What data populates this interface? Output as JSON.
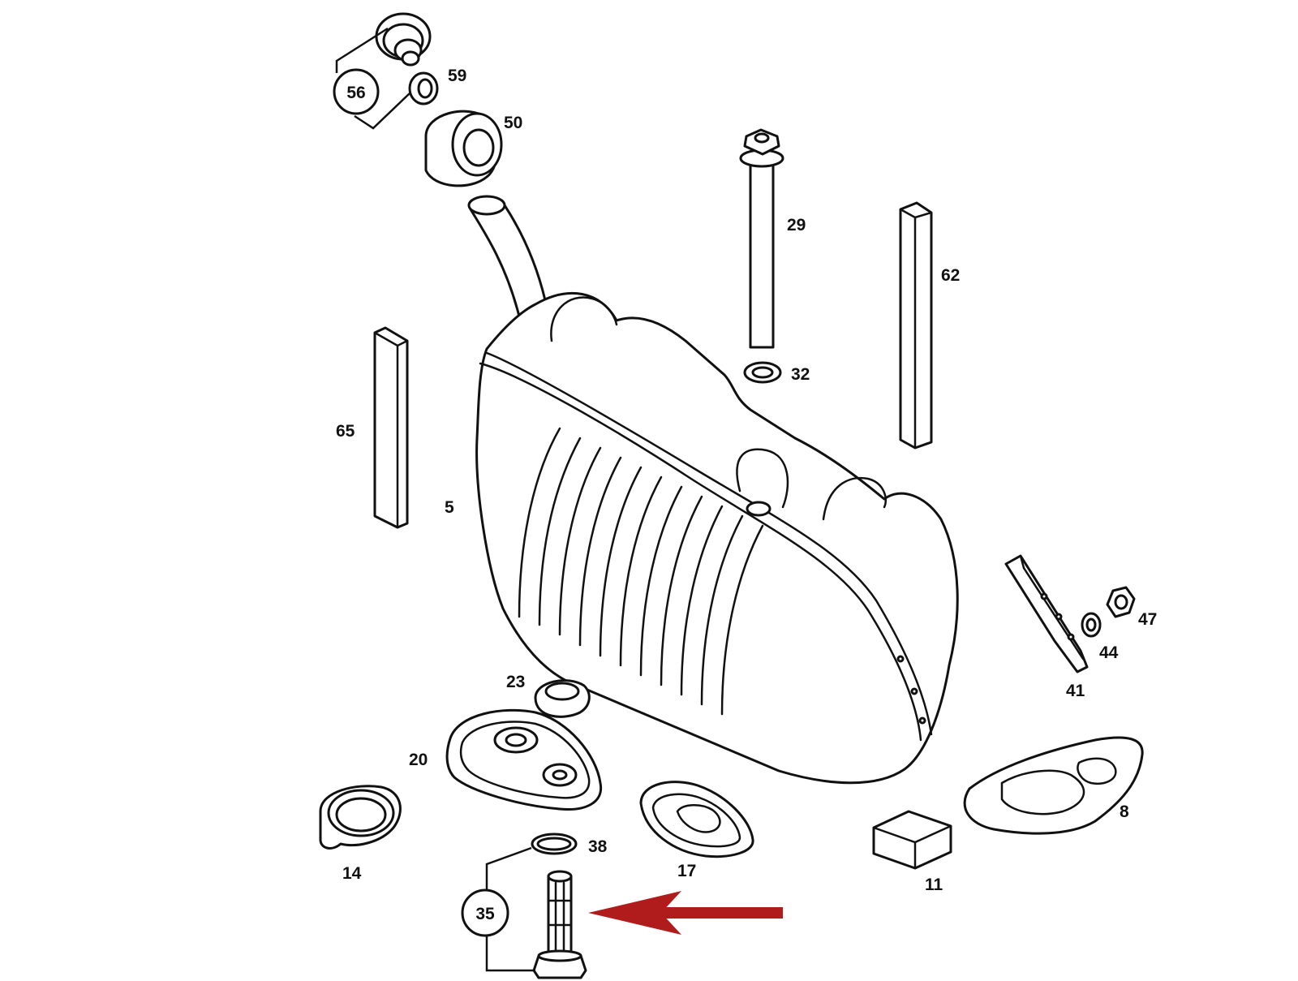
{
  "labels": {
    "p56": "56",
    "p59": "59",
    "p50": "50",
    "p29": "29",
    "p62": "62",
    "p32": "32",
    "p65": "65",
    "p5": "5",
    "p47": "47",
    "p44": "44",
    "p41": "41",
    "p23": "23",
    "p20": "20",
    "p8": "8",
    "p38": "38",
    "p14": "14",
    "p17": "17",
    "p11": "11",
    "p35": "35"
  },
  "colors": {
    "line": "#111111",
    "background": "#ffffff",
    "arrow": "#b01c1c"
  }
}
